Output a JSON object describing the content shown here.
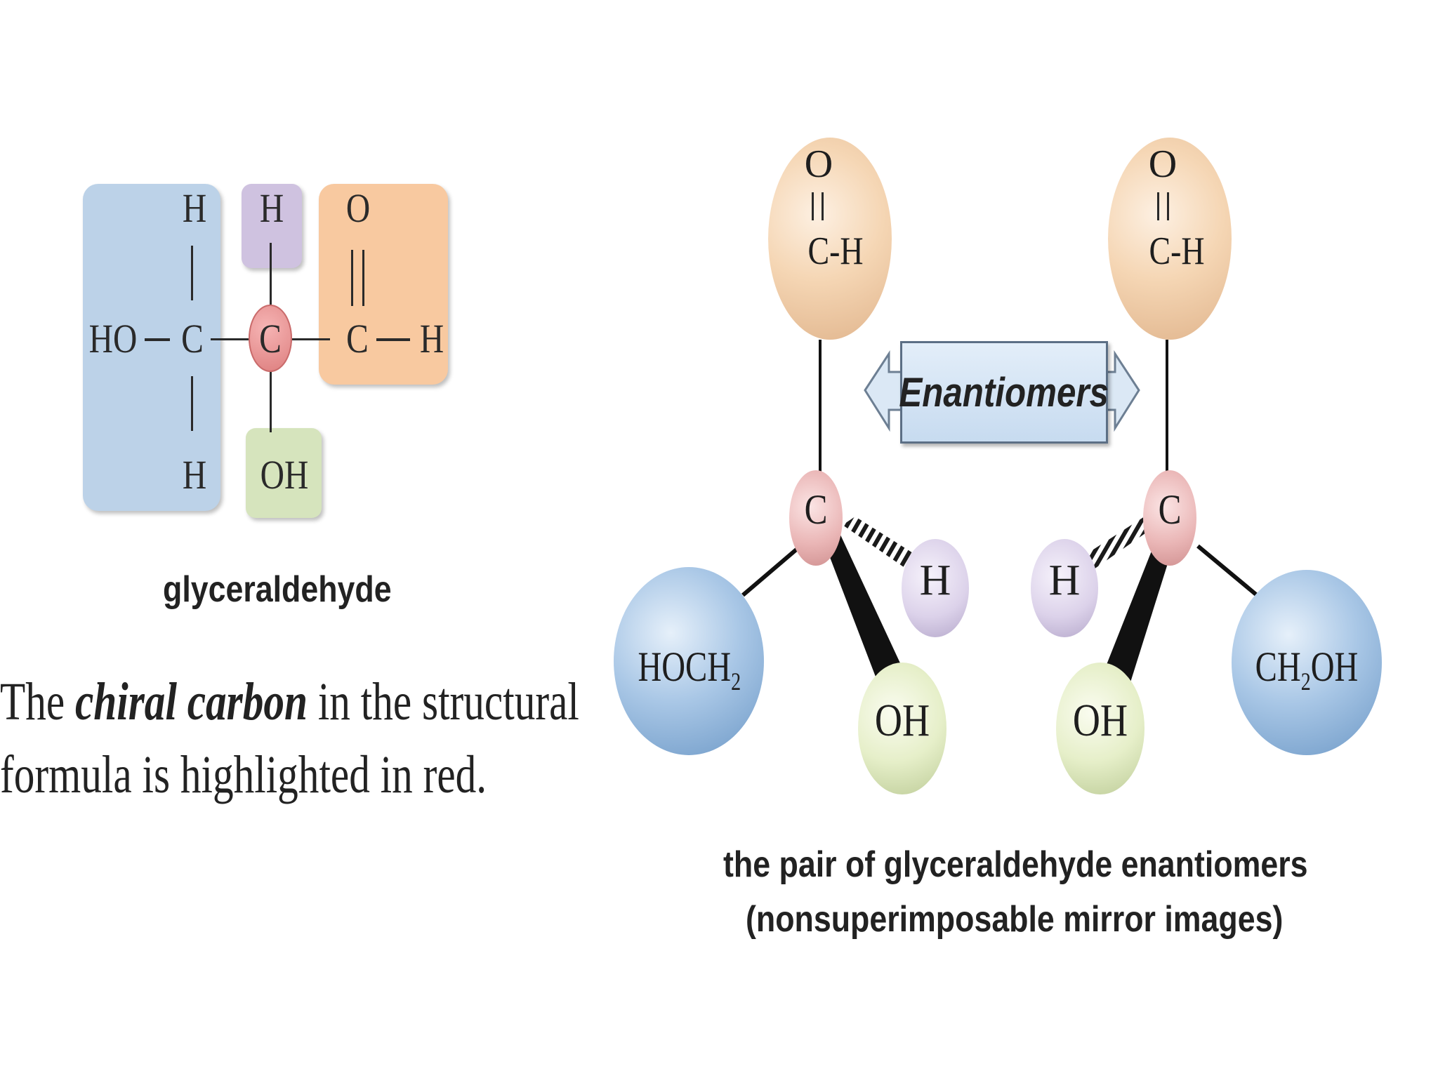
{
  "structural": {
    "atoms": {
      "h_top_left": "H",
      "ho": "HO",
      "c_left": "C",
      "h_bottom_left": "H",
      "h_top_mid": "H",
      "c_chiral": "C",
      "oh_bottom": "OH",
      "o_top": "O",
      "c_right": "C",
      "h_right": "H"
    },
    "caption": "glyceraldehyde"
  },
  "description": {
    "prefix": "The ",
    "emphasis": "chiral carbon",
    "suffix_line1": " in the structural",
    "line2": "formula is highlighted in red."
  },
  "models": {
    "left": {
      "aldehyde_o": "O",
      "aldehyde_ch": "C-H",
      "center": "C",
      "h": "H",
      "hoch_main": "HOCH",
      "hoch_sub": "2",
      "oh": "OH"
    },
    "right": {
      "aldehyde_o": "O",
      "aldehyde_ch": "C-H",
      "center": "C",
      "h": "H",
      "ch_main": "CH",
      "ch_sub": "2",
      "ch_tail": "OH",
      "oh": "OH"
    },
    "arrow_label": "Enantiomers",
    "caption_line1": "the pair of glyceraldehyde enantiomers",
    "caption_line2": "(nonsuperimposable mirror images)"
  },
  "colors": {
    "chiral_highlight": "#dc7c7c",
    "ch2oh_group": "#bcd2e8",
    "h_group": "#cfc2e0",
    "aldehyde_group": "#f8c9a0",
    "oh_group": "#d6e4bd"
  }
}
